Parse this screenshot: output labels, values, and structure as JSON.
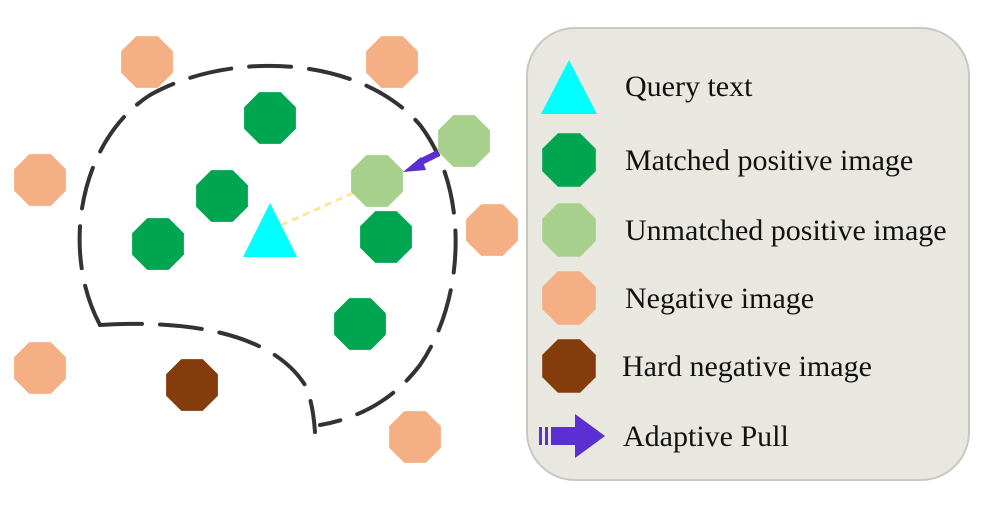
{
  "colors": {
    "query": "#00ffff",
    "matched_positive": "#00a550",
    "unmatched_positive": "#a7d08c",
    "negative": "#f4b084",
    "hard_negative": "#843c0c",
    "pull_arrow": "#5b2fd1",
    "boundary": "#333333",
    "link": "#ffe699",
    "legend_bg": "#e8e8e0",
    "legend_border": "#c8c8c0"
  },
  "legend": {
    "query": "Query text",
    "matched_positive": "Matched positive image",
    "unmatched_positive": "Unmatched positive image",
    "negative": "Negative image",
    "hard_negative": "Hard negative image",
    "pull": "Adaptive Pull"
  }
}
